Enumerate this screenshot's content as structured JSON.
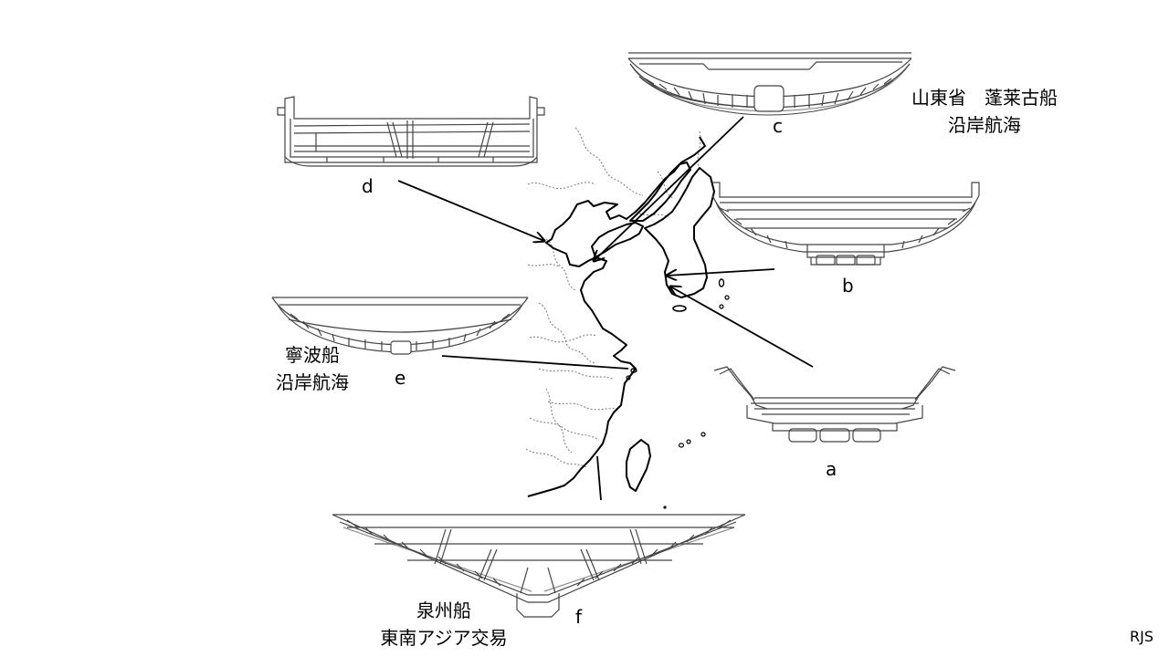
{
  "colors": {
    "ink": "#000000",
    "hull": "#444444",
    "border": "#777777",
    "background": "#ffffff"
  },
  "labels": {
    "a": "a",
    "b": "b",
    "c": "c",
    "d": "d",
    "e": "e",
    "f": "f"
  },
  "captions": {
    "c_line1": "山東省　蓬莱古船",
    "c_line2": "沿岸航海",
    "e_line1": "寧波船",
    "e_line2": "沿岸航海",
    "f_line1": "泉州船",
    "f_line2": "東南アジア交易"
  },
  "credit": "RJS"
}
